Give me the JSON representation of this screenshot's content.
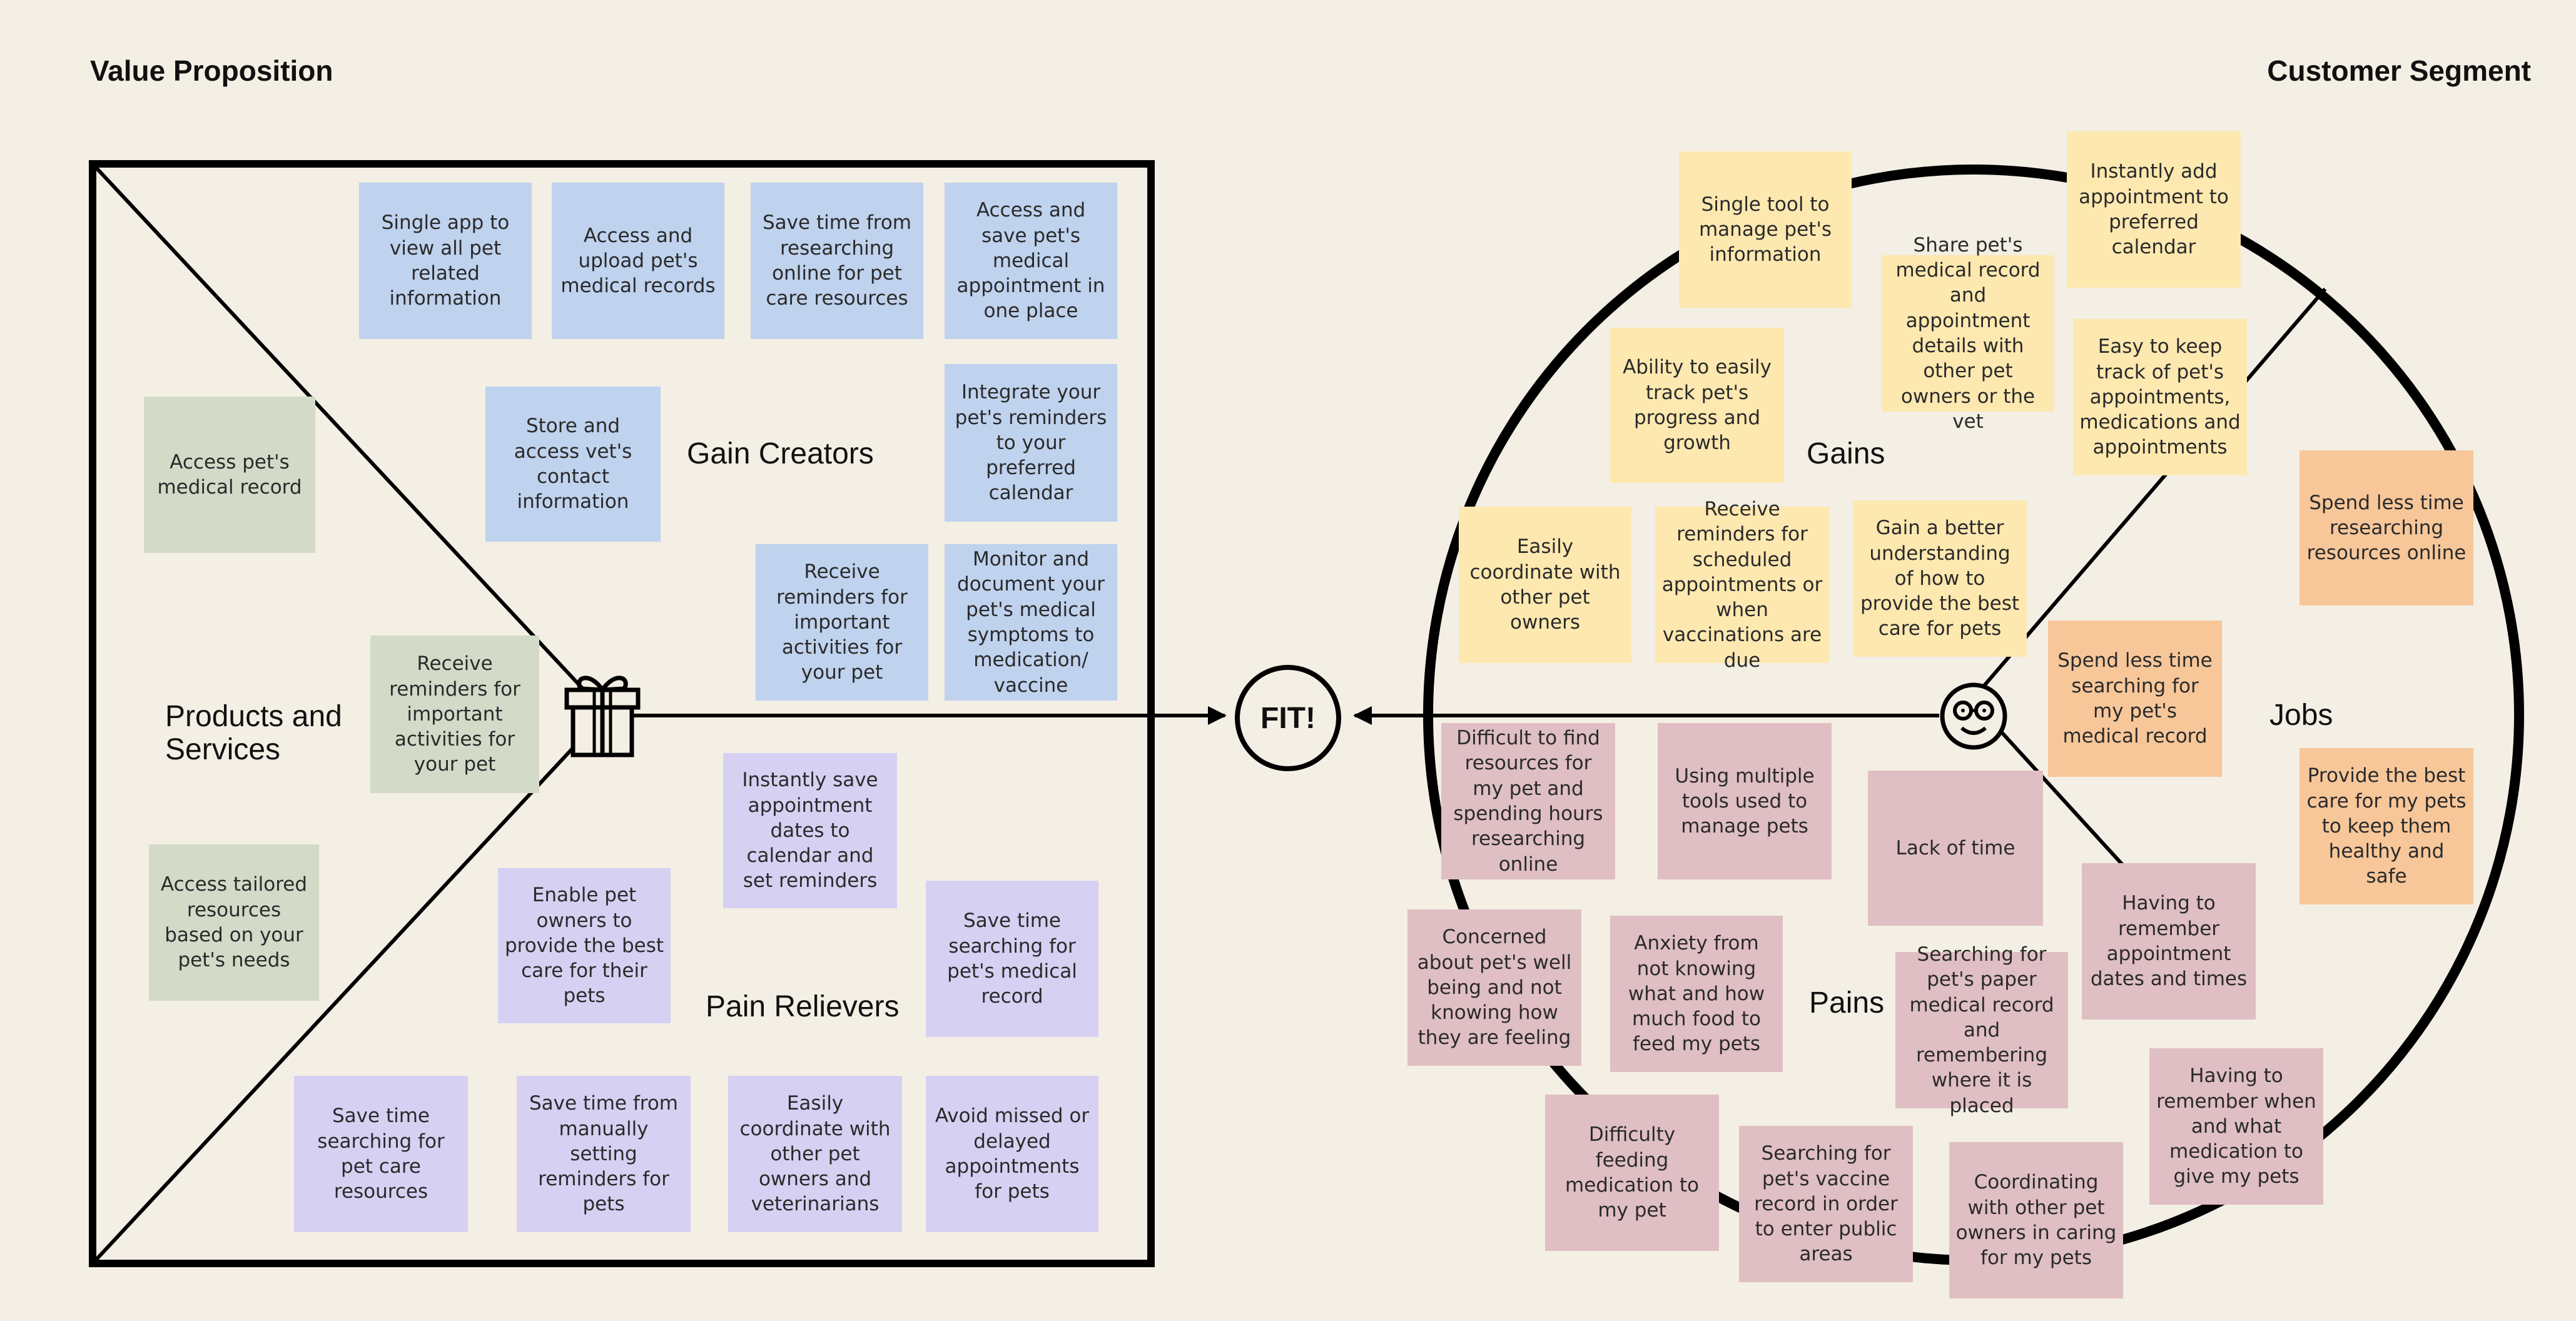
{
  "headings": {
    "value_proposition": "Value Proposition",
    "customer_segment": "Customer Segment"
  },
  "value_map": {
    "gain_creators_label": "Gain Creators",
    "products_services_label": "Products and Services",
    "pain_relievers_label": "Pain Relievers",
    "gift_icon": "gift-icon",
    "gain_creators": [
      "Single app to view all pet related information",
      "Access and upload pet's medical records",
      "Save time from researching online for pet care resources",
      "Access and save pet's medical appointment in one place",
      "Store and access vet's contact information",
      "Integrate your pet's reminders to your preferred calendar",
      "Receive reminders for important activities for your pet",
      "Monitor and document your pet's medical symptoms to medication/ vaccine"
    ],
    "products_services": [
      "Access pet's medical record",
      "Receive reminders for important activities for your pet",
      "Access tailored resources based on your pet's needs"
    ],
    "pain_relievers": [
      "Instantly save appointment dates to calendar and set reminders",
      "Enable pet owners to provide the best care for their pets",
      "Save time searching for pet's medical record",
      "Save time searching for pet care resources",
      "Save time from manually setting reminders for pets",
      "Easily coordinate with other pet owners and veterinarians",
      "Avoid missed or delayed appointments for pets"
    ]
  },
  "fit_label": "FIT!",
  "customer_profile": {
    "gains_label": "Gains",
    "jobs_label": "Jobs",
    "pains_label": "Pains",
    "face_icon": "customer-face-icon",
    "gains": [
      "Single tool to manage pet's information",
      "Instantly add appointment to preferred calendar",
      "Share pet's medical record and appointment details with other pet owners or the vet",
      "Ability to easily track pet's progress and growth",
      "Easy to keep track of pet's appointments, medications and appointments",
      "Easily coordinate with other pet owners",
      "Receive reminders for scheduled appointments or when vaccinations are due",
      "Gain a better understanding of how to provide the best care for pets"
    ],
    "jobs": [
      "Spend less time researching resources online",
      "Spend less time searching for my pet's medical record",
      "Provide the best care for my pets to keep them healthy and safe"
    ],
    "pains": [
      "Difficult to find resources for my pet and spending hours researching online",
      "Using multiple tools used to manage pets",
      "Lack of time",
      "Having to remember appointment dates and times",
      "Concerned about pet's well being and not knowing how they are feeling",
      "Anxiety from not knowing what and how much food to feed my pets",
      "Searching for pet's paper medical record and remembering where it is placed",
      "Having to remember when and what medication to give my pets",
      "Difficulty feeding medication to my pet",
      "Searching for pet's vaccine record in order to enter public areas",
      "Coordinating with other pet owners in caring for my pets"
    ]
  },
  "colors": {
    "background": "#f4efe4",
    "gain_creator_note": "#bfd2ee",
    "pain_reliever_note": "#d6d0f2",
    "product_note": "#d3dac8",
    "gain_note": "#fde8b0",
    "job_note": "#f7c79a",
    "pain_note": "#dfbfc3"
  }
}
